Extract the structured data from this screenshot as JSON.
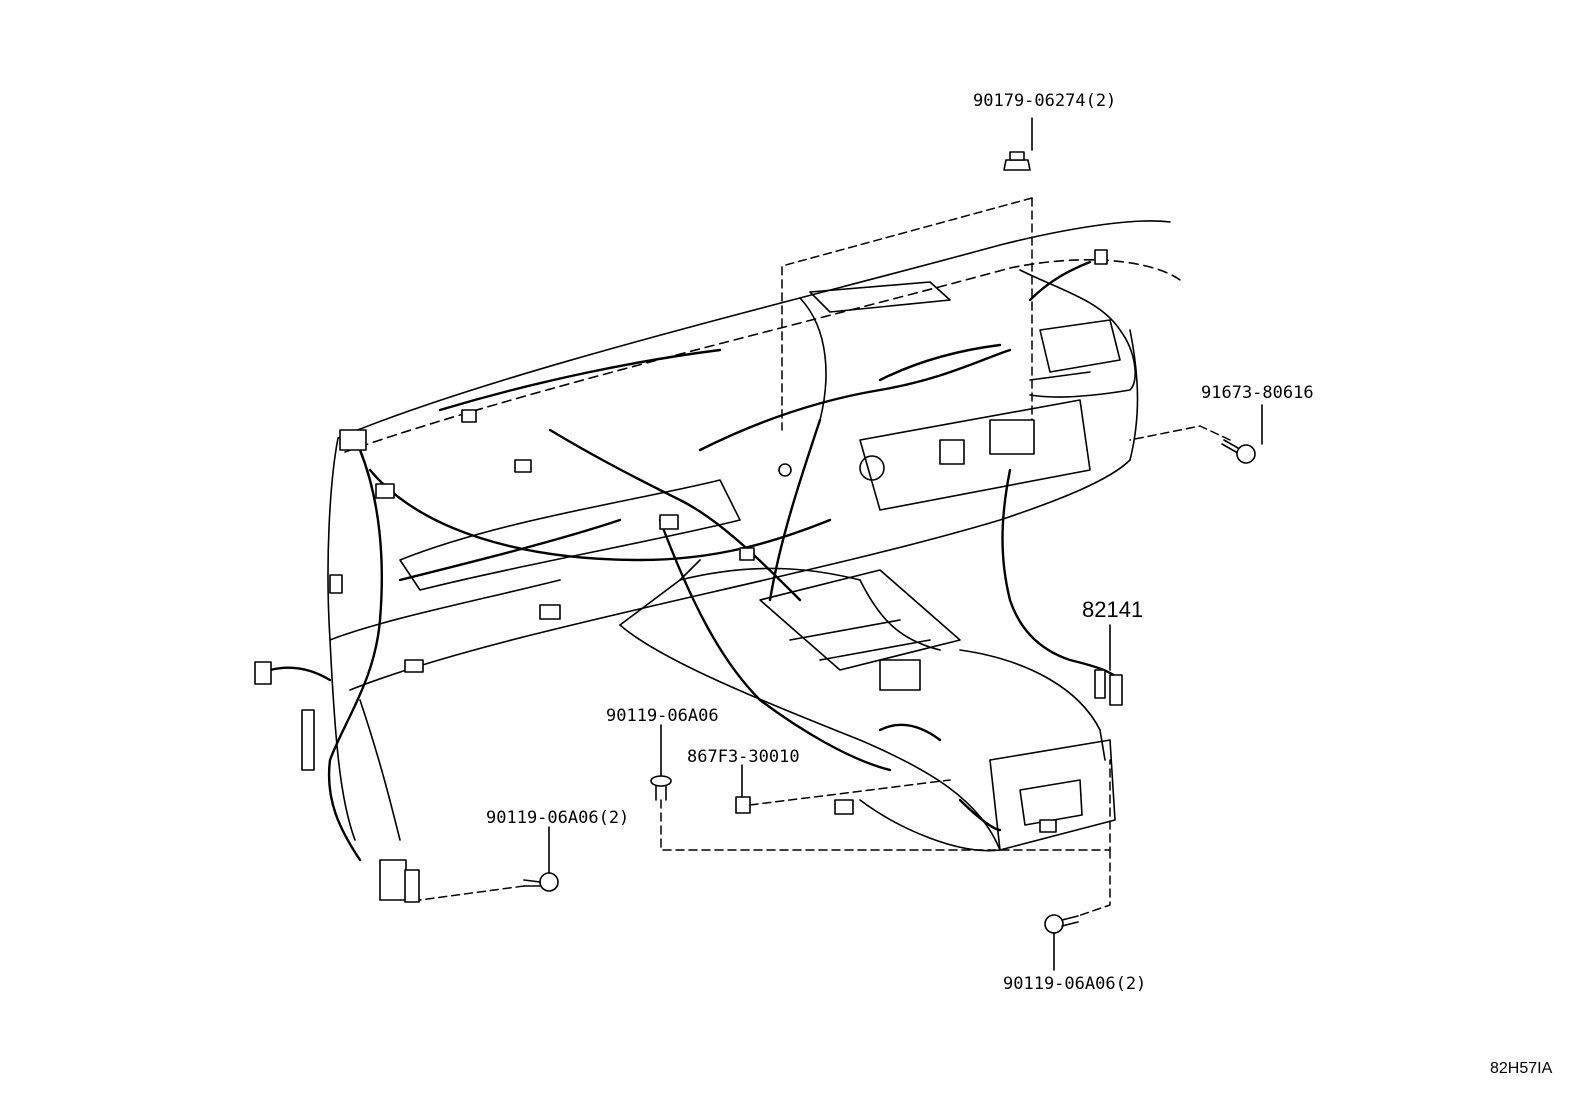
{
  "diagram": {
    "drawing_code": "82H57IA",
    "callouts": [
      {
        "id": "nut_top",
        "part_number": "90179-06274(2)"
      },
      {
        "id": "bolt_right",
        "part_number": "91673-80616"
      },
      {
        "id": "harness",
        "part_number": "82141"
      },
      {
        "id": "bolt_center",
        "part_number": "90119-06A06"
      },
      {
        "id": "label_center",
        "part_number": "867F3-30010"
      },
      {
        "id": "bolt_left",
        "part_number": "90119-06A06(2)"
      },
      {
        "id": "bolt_bottom",
        "part_number": "90119-06A06(2)"
      }
    ]
  }
}
